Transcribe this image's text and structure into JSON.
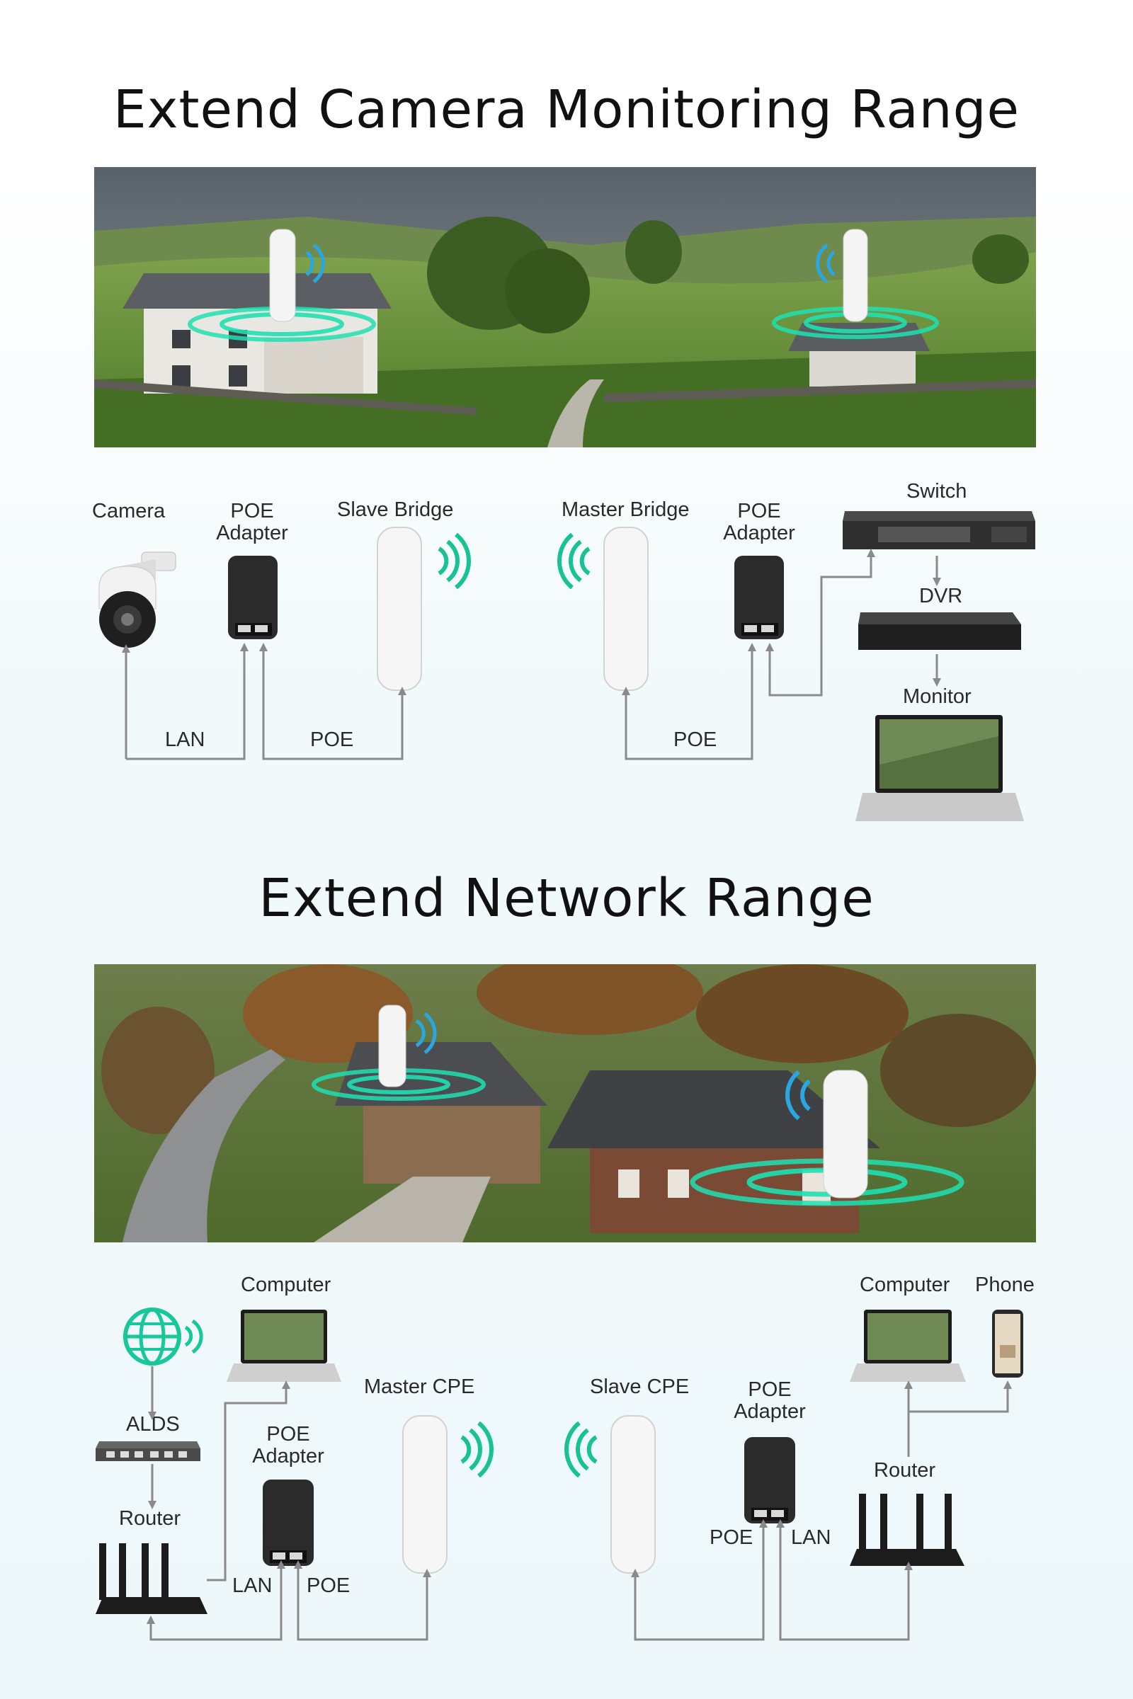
{
  "section1": {
    "title": "Extend Camera Monitoring Range",
    "labels": {
      "camera": "Camera",
      "poe_adapter_1": "POE\nAdapter",
      "slave_bridge": "Slave Bridge",
      "master_bridge": "Master Bridge",
      "poe_adapter_2": "POE\nAdapter",
      "switch": "Switch",
      "dvr": "DVR",
      "monitor": "Monitor",
      "lan": "LAN",
      "poe_left": "POE",
      "poe_right": "POE"
    }
  },
  "section2": {
    "title": "Extend Network Range",
    "labels": {
      "computer_left": "Computer",
      "alds": "ALDS",
      "router_left": "Router",
      "poe_adapter_left": "POE\nAdapter",
      "master_cpe": "Master CPE",
      "lan_left": "LAN",
      "poe_left": "POE",
      "slave_cpe": "Slave CPE",
      "poe_adapter_right": "POE\nAdapter",
      "poe_right": "POE",
      "lan_right": "LAN",
      "router_right": "Router",
      "computer_right": "Computer",
      "phone": "Phone"
    }
  },
  "colors": {
    "signal_teal": "#18c79a",
    "signal_blue": "#2aa6e0",
    "connector_line": "#8a8a8a",
    "device_white": "#f4f4f4",
    "adapter_black": "#2b2b2b"
  }
}
